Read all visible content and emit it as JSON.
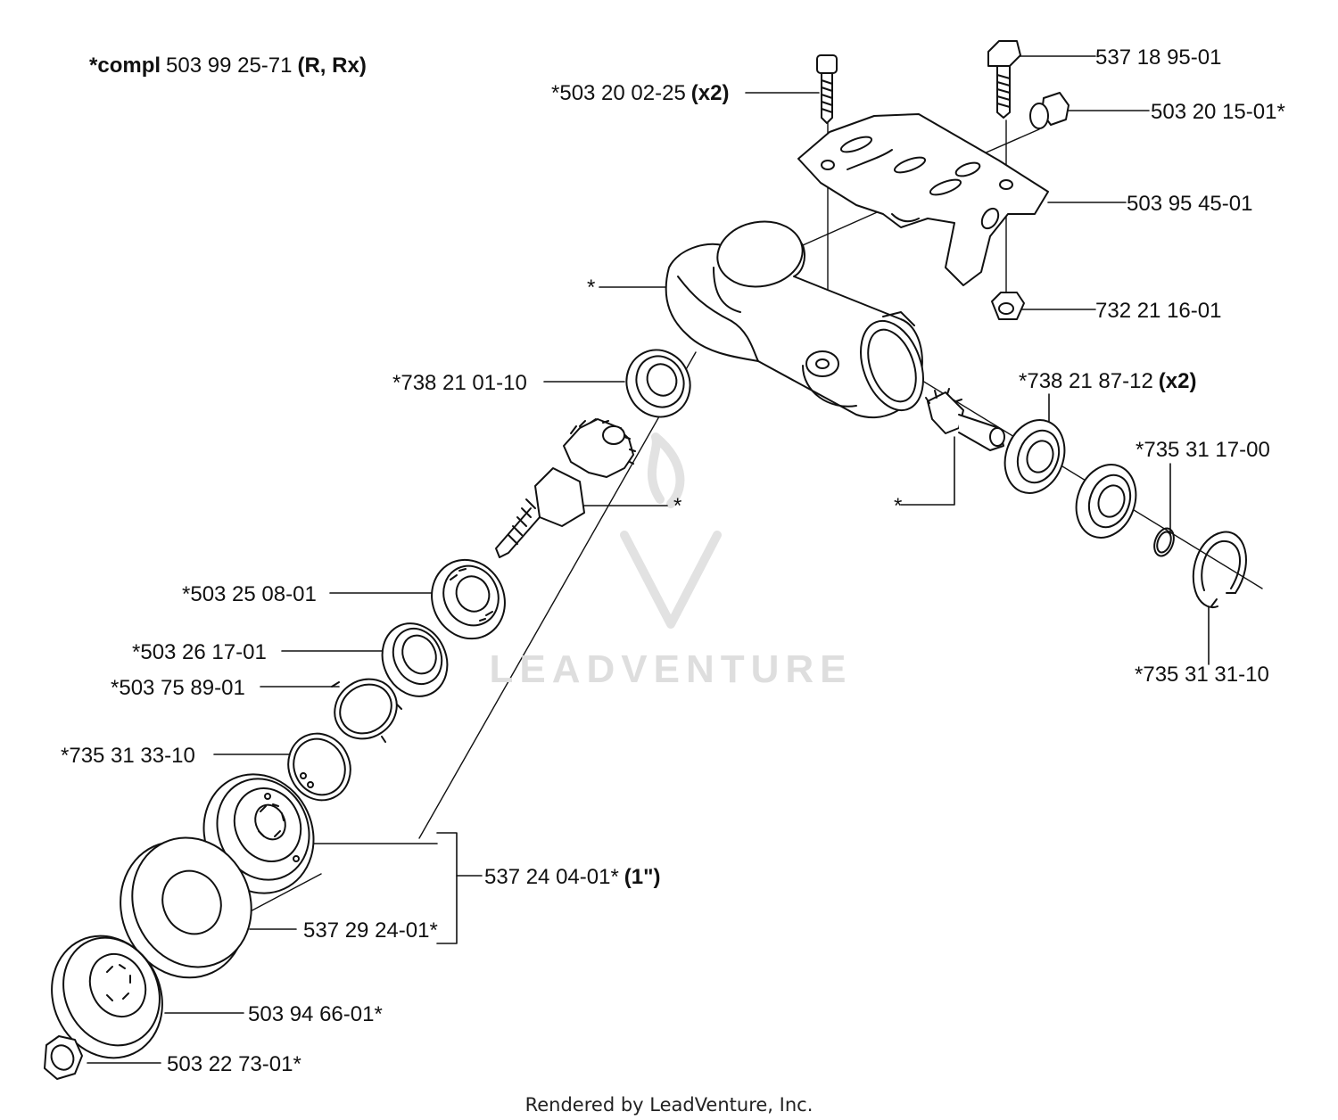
{
  "header": {
    "prefix": "*compl",
    "number": "503 99 25-71",
    "models": "(R, Rx)"
  },
  "parts": [
    {
      "id": "p1",
      "number": "537 18 95-01",
      "suffix": ""
    },
    {
      "id": "p2",
      "number": "*503 20 02-25",
      "suffix": "(x2)"
    },
    {
      "id": "p3",
      "number": "503 20 15-01*",
      "suffix": ""
    },
    {
      "id": "p4",
      "number": "503 95 45-01",
      "suffix": ""
    },
    {
      "id": "p5",
      "number": "*",
      "suffix": ""
    },
    {
      "id": "p6",
      "number": "732 21 16-01",
      "suffix": ""
    },
    {
      "id": "p7",
      "number": "*738 21 01-10",
      "suffix": ""
    },
    {
      "id": "p8",
      "number": "*738 21 87-12",
      "suffix": "(x2)"
    },
    {
      "id": "p9",
      "number": "*735 31 17-00",
      "suffix": ""
    },
    {
      "id": "p10",
      "number": "*",
      "suffix": ""
    },
    {
      "id": "p11",
      "number": "*",
      "suffix": ""
    },
    {
      "id": "p12",
      "number": "*503 25 08-01",
      "suffix": ""
    },
    {
      "id": "p13",
      "number": "*503 26 17-01",
      "suffix": ""
    },
    {
      "id": "p14",
      "number": "*503 75 89-01",
      "suffix": ""
    },
    {
      "id": "p15",
      "number": "*735 31 31-10",
      "suffix": ""
    },
    {
      "id": "p16",
      "number": "*735 31 33-10",
      "suffix": ""
    },
    {
      "id": "p17",
      "number": "537 24 04-01*",
      "suffix": "(1\")"
    },
    {
      "id": "p18",
      "number": "537 29 24-01*",
      "suffix": ""
    },
    {
      "id": "p19",
      "number": "503 94 66-01*",
      "suffix": ""
    },
    {
      "id": "p20",
      "number": "503 22 73-01*",
      "suffix": ""
    }
  ],
  "watermark": "LEADVENTURE",
  "footer": "Rendered by LeadVenture, Inc."
}
